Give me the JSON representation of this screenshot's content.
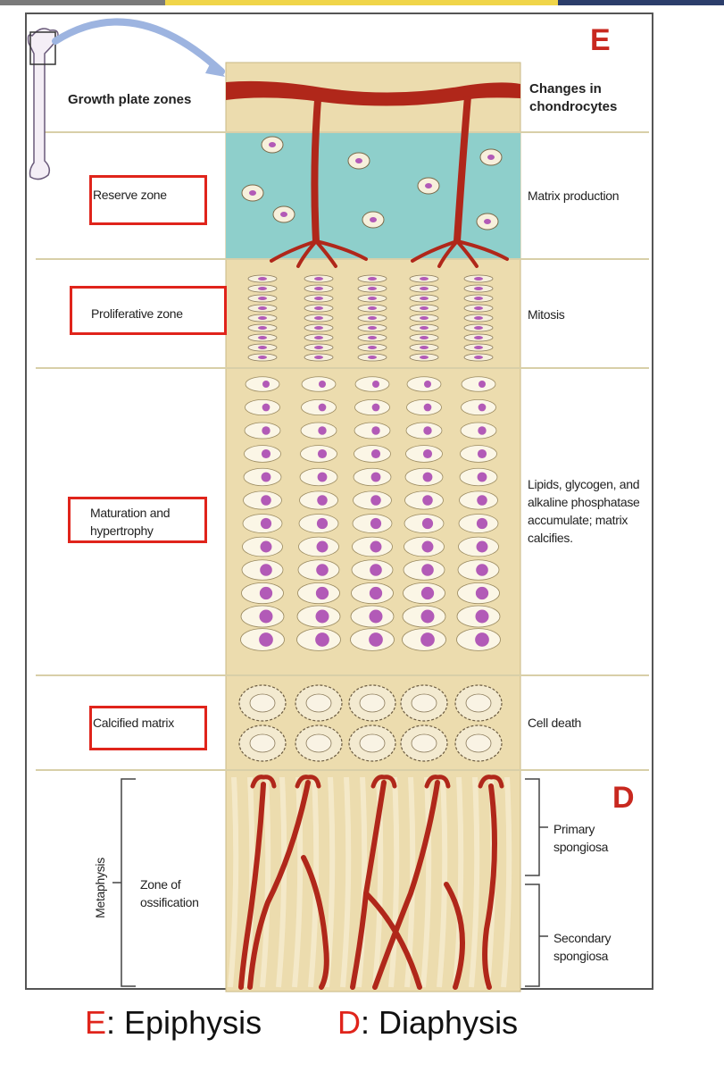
{
  "header": {
    "left": "Growth plate zones",
    "right": "Changes in chondrocytes"
  },
  "zones": [
    {
      "name": "Reserve zone",
      "change": "Matrix production"
    },
    {
      "name": "Proliferative zone",
      "change": "Mitosis"
    },
    {
      "name": "Maturation and hypertrophy",
      "change": "Lipids, glycogen, and alkaline phosphatase accumulate; matrix calcifies."
    },
    {
      "name": "Calcified matrix",
      "change": "Cell death"
    }
  ],
  "ossification": {
    "region": "Metaphysis",
    "zone": "Zone of ossification",
    "primary": "Primary spongiosa",
    "secondary": "Secondary spongiosa"
  },
  "markers": {
    "epiphysis": "E",
    "diaphysis": "D"
  },
  "legend": {
    "e_key": "E",
    "e_text": ": Epiphysis",
    "d_key": "D",
    "d_text": ": Diaphysis"
  },
  "colors": {
    "accent_red": "#e0241b",
    "cartilage_tan": "#ecdcae",
    "reserve_teal": "#8ecfcb",
    "vessel_red": "#b0271a",
    "nucleus_purple": "#b25ab7"
  }
}
